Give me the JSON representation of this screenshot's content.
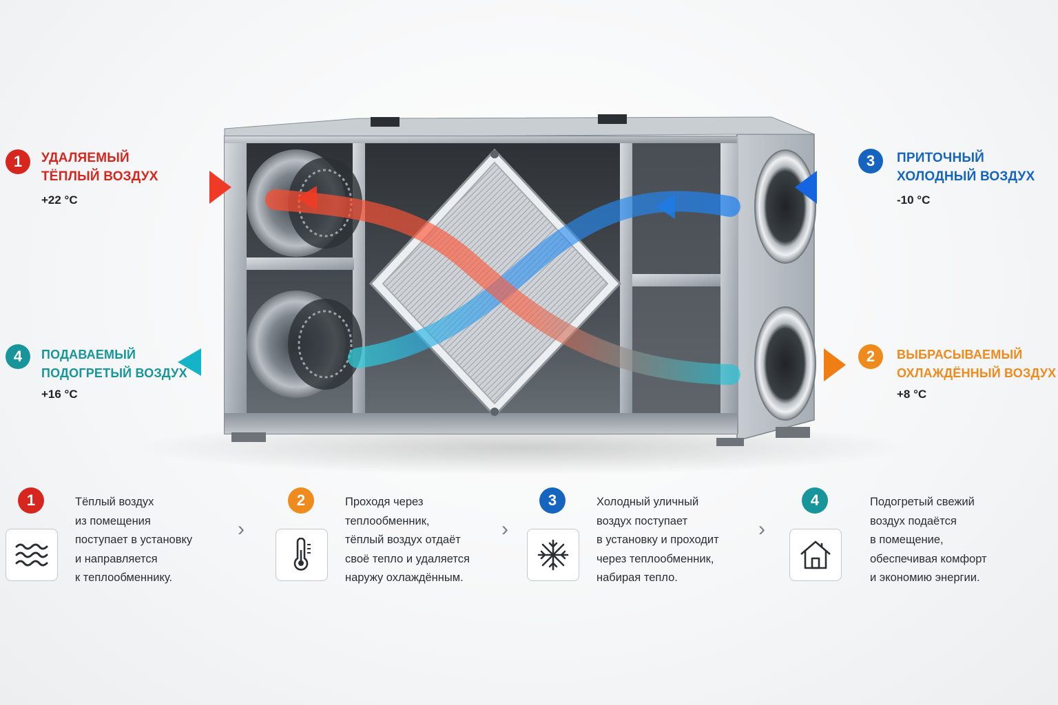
{
  "flows": [
    {
      "num": "1",
      "title_line1": "УДАЛЯЕМЫЙ",
      "title_line2": "ТЁПЛЫЙ ВОЗДУХ",
      "temp": "+22 °C",
      "color": "#d7261e"
    },
    {
      "num": "3",
      "title_line1": "ПРИТОЧНЫЙ",
      "title_line2": "ХОЛОДНЫЙ ВОЗДУХ",
      "temp": "-10 °C",
      "color": "#1565c0"
    },
    {
      "num": "4",
      "title_line1": "ПОДАВАЕМЫЙ",
      "title_line2": "ПОДОГРЕТЫЙ ВОЗДУХ",
      "temp": "+16 °C",
      "color": "#17959a"
    },
    {
      "num": "2",
      "title_line1": "ВЫБРАСЫВАЕМЫЙ",
      "title_line2": "ОХЛАЖДЁННЫЙ ВОЗДУХ",
      "temp": "+8 °C",
      "color": "#ef8a1c"
    }
  ],
  "steps": [
    {
      "num": "1",
      "icon": "waves-icon",
      "color": "#d7261e",
      "text": "Тёплый воздух\nиз помещения\nпоступает в установку\nи направляется\nк теплообменнику."
    },
    {
      "num": "2",
      "icon": "thermometer-icon",
      "color": "#ef8a1c",
      "text": "Проходя через\nтеплообменник,\nтёплый воздух отдаёт\nсвоё тепло и удаляется\nнаружу охлаждённым."
    },
    {
      "num": "3",
      "icon": "snowflake-icon",
      "color": "#1565c0",
      "text": "Холодный уличный\nвоздух поступает\nв установку и проходит\nчерез теплообменник,\nнабирая тепло."
    },
    {
      "num": "4",
      "icon": "house-icon",
      "color": "#17959a",
      "text": "Подогретый свежий\nвоздух подаётся\nв помещение,\nобеспечивая комфорт\nи экономию энергии."
    }
  ],
  "separator_icon": "chevron-right-icon"
}
